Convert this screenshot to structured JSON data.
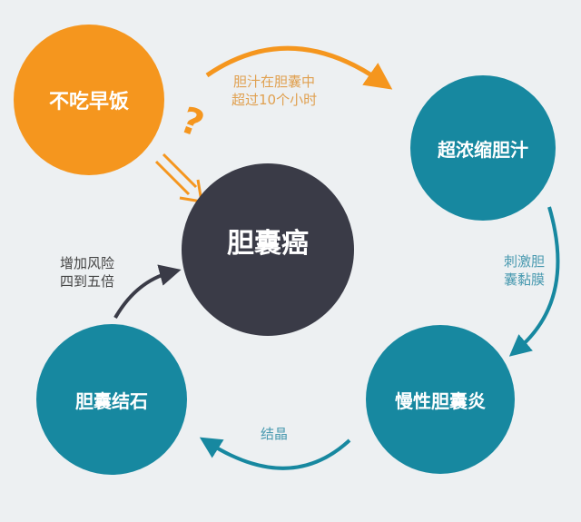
{
  "colors": {
    "orange": "#f5961e",
    "teal": "#1788a0",
    "dark": "#3a3b47",
    "background": "#edf0f2"
  },
  "nodes": {
    "skip_breakfast": "不吃早饭",
    "concentrated_bile": "超浓缩胆汁",
    "gallbladder_cancer": "胆囊癌",
    "chronic_cholecystitis": "慢性胆囊炎",
    "gallstones": "胆囊结石"
  },
  "labels": {
    "bile_line1": "胆汁在胆囊中",
    "bile_line2": "超过10个小时",
    "irritate_line1": "刺激胆",
    "irritate_line2": "囊黏膜",
    "crystallize": "结晶",
    "risk_line1": "增加风险",
    "risk_line2": "四到五倍",
    "question_mark": "?"
  }
}
